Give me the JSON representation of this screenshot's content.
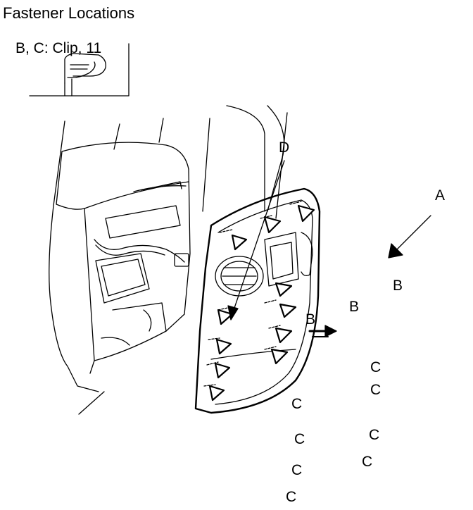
{
  "title": "Fastener Locations",
  "inset": {
    "label": "B, C: Clip, 11"
  },
  "callouts": [
    {
      "id": "A",
      "text": "A"
    },
    {
      "id": "B1",
      "text": "B"
    },
    {
      "id": "B2",
      "text": "B"
    },
    {
      "id": "B3",
      "text": "B"
    },
    {
      "id": "D",
      "text": "D"
    },
    {
      "id": "C1",
      "text": "C"
    },
    {
      "id": "C2",
      "text": "C"
    },
    {
      "id": "C3",
      "text": "C"
    },
    {
      "id": "C4",
      "text": "C"
    },
    {
      "id": "C5",
      "text": "C"
    },
    {
      "id": "C6",
      "text": "C"
    },
    {
      "id": "C7",
      "text": "C"
    },
    {
      "id": "C8",
      "text": "C"
    }
  ]
}
